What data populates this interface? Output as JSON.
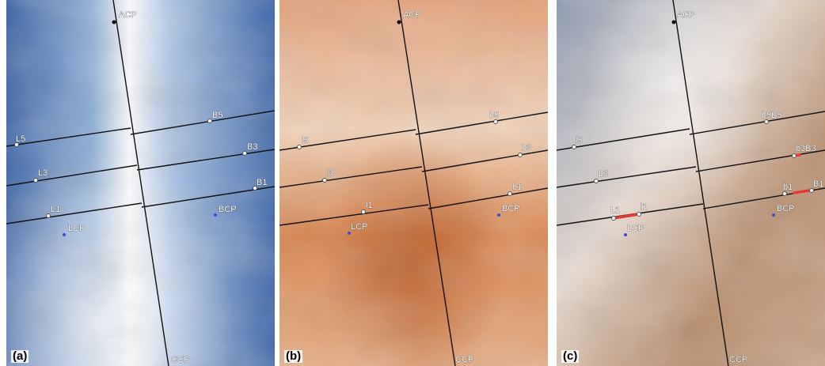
{
  "figure": {
    "panels": [
      {
        "id": "a",
        "label": "(a)",
        "colormap": "blue",
        "points": {
          "ACP": "ACP",
          "CCP": "CCP",
          "L5": "L5",
          "L3": "L3",
          "L1": "L1",
          "B5": "B5",
          "B3": "B3",
          "B1": "B1",
          "LCP": "LCP",
          "BCP": "BCP"
        }
      },
      {
        "id": "b",
        "label": "(b)",
        "colormap": "copper",
        "points": {
          "ACP": "ACP",
          "CCP": "CCP",
          "l5": "l5",
          "l3": "l3",
          "l1": "l1",
          "b5": "b5",
          "b3": "b3",
          "b1": "b1",
          "LCP": "LCP",
          "BCP": "BCP"
        }
      },
      {
        "id": "c",
        "label": "(c)",
        "colormap": "gray-blend",
        "points": {
          "ACP": "ACP",
          "CCP": "CCP",
          "l5": "l5",
          "L3": "L3",
          "L1": "L1",
          "l1": "l1",
          "b5B5": "b5B5",
          "b3B3": "b3B3",
          "b1": "b1",
          "B1": "B1",
          "LCP": "LCP",
          "BCP": "BCP"
        }
      }
    ],
    "colors": {
      "line": "#111111",
      "landmark": "#3b4bd8",
      "highlight": "#e53935"
    }
  }
}
